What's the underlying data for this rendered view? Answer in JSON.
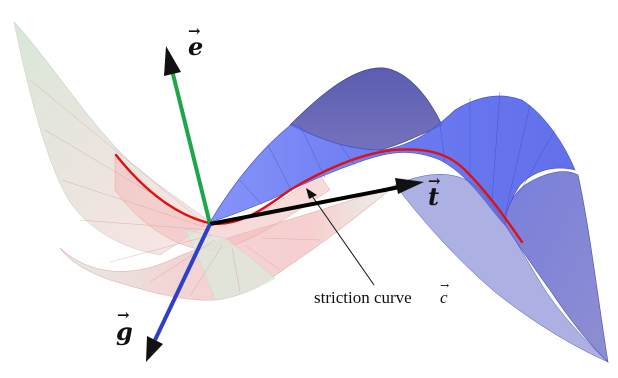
{
  "labels": {
    "e": {
      "letter": "e",
      "arrow": "→"
    },
    "t": {
      "letter": "t",
      "arrow": "→"
    },
    "g": {
      "letter": "g",
      "arrow": "→"
    },
    "striction": {
      "text": "striction curve ",
      "var": "c",
      "arrow": "→"
    }
  },
  "colors": {
    "e_vector": "#1ea64a",
    "t_vector": "#000000",
    "g_vector": "#2f3fc8",
    "striction_curve": "#e01010",
    "surface_red": "#e88c8c",
    "surface_green": "#c8dcc8",
    "surface_blue": "#5a6cf0",
    "surface_dark": "#3c3c96"
  }
}
